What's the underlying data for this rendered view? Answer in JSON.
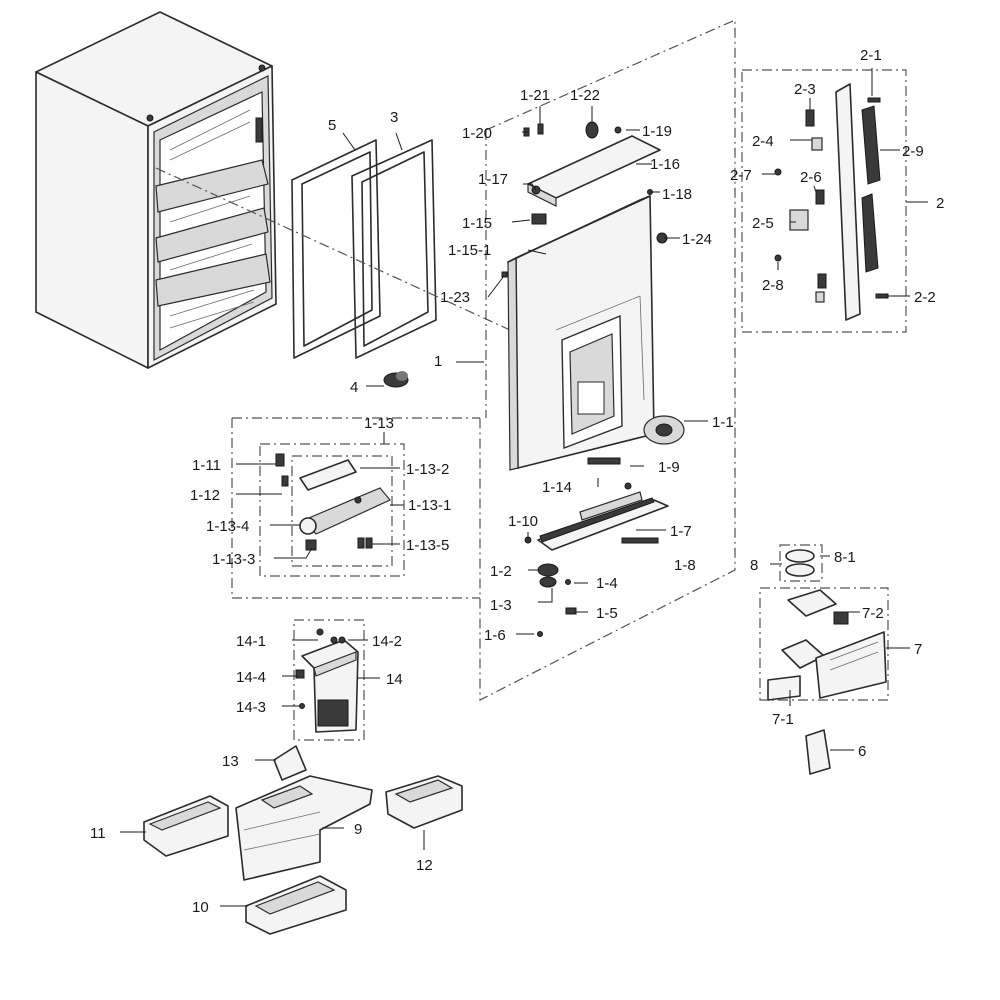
{
  "labels": {
    "l_1": "1",
    "l_1_1": "1-1",
    "l_1_2": "1-2",
    "l_1_3": "1-3",
    "l_1_4": "1-4",
    "l_1_5": "1-5",
    "l_1_6": "1-6",
    "l_1_7": "1-7",
    "l_1_8": "1-8",
    "l_1_9": "1-9",
    "l_1_10": "1-10",
    "l_1_11": "1-11",
    "l_1_12": "1-12",
    "l_1_13": "1-13",
    "l_1_13_1": "1-13-1",
    "l_1_13_2": "1-13-2",
    "l_1_13_3": "1-13-3",
    "l_1_13_4": "1-13-4",
    "l_1_13_5": "1-13-5",
    "l_1_14": "1-14",
    "l_1_15": "1-15",
    "l_1_15_1": "1-15-1",
    "l_1_16": "1-16",
    "l_1_17": "1-17",
    "l_1_18": "1-18",
    "l_1_19": "1-19",
    "l_1_20": "1-20",
    "l_1_21": "1-21",
    "l_1_22": "1-22",
    "l_1_23": "1-23",
    "l_1_24": "1-24",
    "l_2": "2",
    "l_2_1": "2-1",
    "l_2_2": "2-2",
    "l_2_3": "2-3",
    "l_2_4": "2-4",
    "l_2_5": "2-5",
    "l_2_6": "2-6",
    "l_2_7": "2-7",
    "l_2_8": "2-8",
    "l_2_9": "2-9",
    "l_3": "3",
    "l_4": "4",
    "l_5": "5",
    "l_6": "6",
    "l_7": "7",
    "l_7_1": "7-1",
    "l_7_2": "7-2",
    "l_8": "8",
    "l_8_1": "8-1",
    "l_9": "9",
    "l_10": "10",
    "l_11": "11",
    "l_12": "12",
    "l_13": "13",
    "l_14": "14",
    "l_14_1": "14-1",
    "l_14_2": "14-2",
    "l_14_3": "14-3",
    "l_14_4": "14-4"
  },
  "colors": {
    "line": "#2b2b2b",
    "background": "#ffffff"
  }
}
